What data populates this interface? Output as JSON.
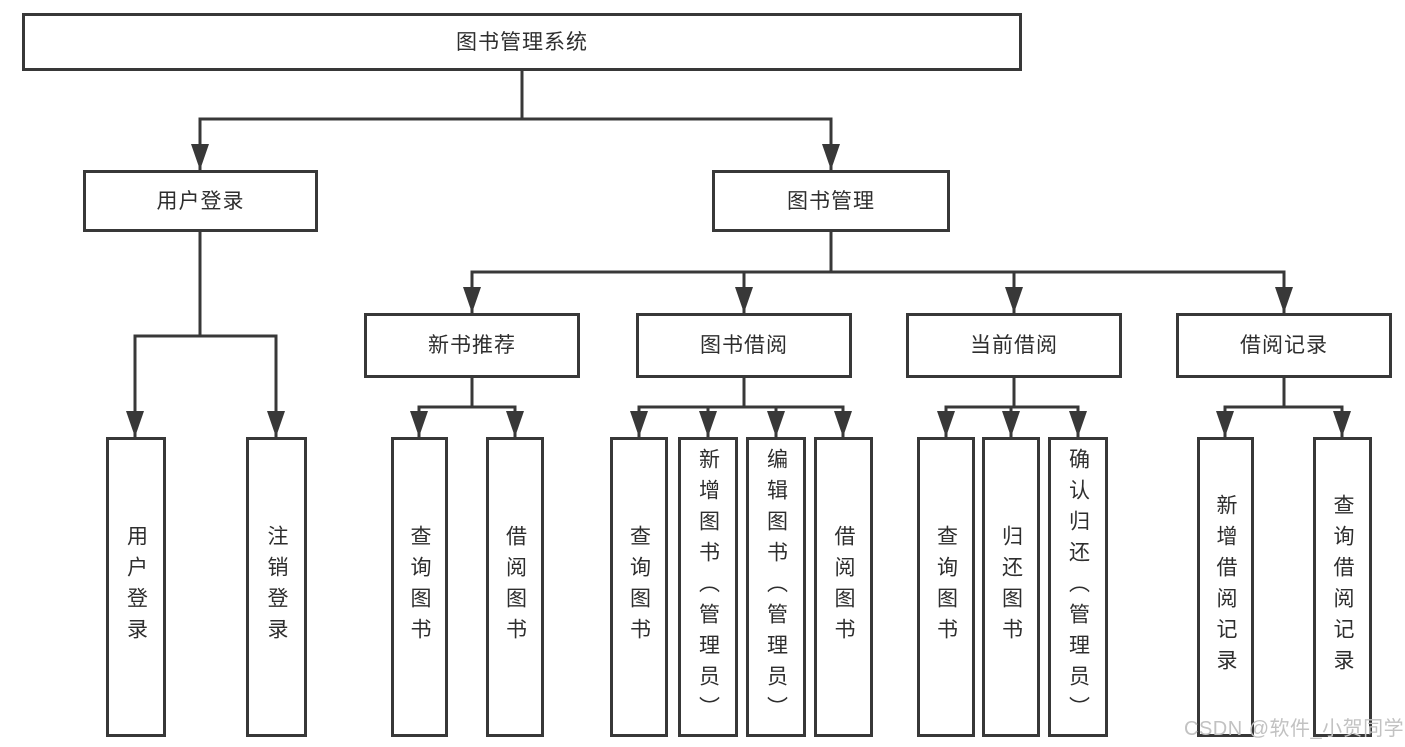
{
  "diagram_type": "hierarchy-tree",
  "tree": {
    "label": "图书管理系统",
    "children": [
      {
        "label": "用户登录",
        "children": [
          {
            "label": "用户登录"
          },
          {
            "label": "注销登录"
          }
        ]
      },
      {
        "label": "图书管理",
        "children": [
          {
            "label": "新书推荐",
            "children": [
              {
                "label": "查询图书"
              },
              {
                "label": "借阅图书"
              }
            ]
          },
          {
            "label": "图书借阅",
            "children": [
              {
                "label": "查询图书"
              },
              {
                "label": "新增图书（管理员）"
              },
              {
                "label": "编辑图书（管理员）"
              },
              {
                "label": "借阅图书"
              }
            ]
          },
          {
            "label": "当前借阅",
            "children": [
              {
                "label": "查询图书"
              },
              {
                "label": "归还图书"
              },
              {
                "label": "确认归还（管理员）"
              }
            ]
          },
          {
            "label": "借阅记录",
            "children": [
              {
                "label": "新增借阅记录"
              },
              {
                "label": "查询借阅记录"
              }
            ]
          }
        ]
      }
    ]
  },
  "watermark": {
    "text": "CSDN @软件_小贺同学"
  },
  "colors": {
    "background": "#ffffff",
    "box_fill": "#ffffff",
    "box_border": "#383838",
    "line": "#383838",
    "text": "#2e2e2e",
    "watermark_text": "#c2c2c2"
  }
}
